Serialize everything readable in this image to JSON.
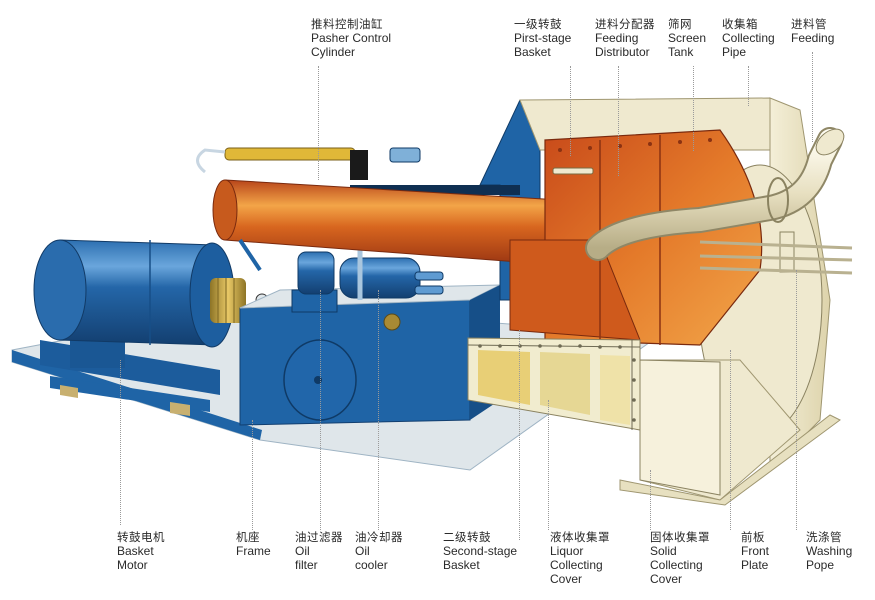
{
  "diagram": {
    "subject": "Pusher centrifuge cutaway",
    "colors": {
      "blue": "#1f64a6",
      "blue_dark": "#14477c",
      "blue_light": "#4f8fcc",
      "orange": "#d9621f",
      "orange_light": "#f0a040",
      "cream": "#efe9cf",
      "cream_dark": "#d9cfa6",
      "brass": "#c8a040",
      "base_grey": "#dfe6ea"
    },
    "top_labels": [
      {
        "zh": "推料控制油缸",
        "en1": "Pasher Control",
        "en2": "Cylinder"
      },
      {
        "zh": "一级转鼓",
        "en1": "Pirst-stage",
        "en2": "Basket"
      },
      {
        "zh": "进料分配器",
        "en1": "Feeding",
        "en2": "Distributor"
      },
      {
        "zh": "筛网",
        "en1": "Screen",
        "en2": "Tank"
      },
      {
        "zh": "收集箱",
        "en1": "Collecting",
        "en2": "Pipe"
      },
      {
        "zh": "进料管",
        "en1": "Feeding",
        "en2": ""
      }
    ],
    "bottom_labels": [
      {
        "zh": "转鼓电机",
        "en1": "Basket",
        "en2": "Motor",
        "en3": ""
      },
      {
        "zh": "机座",
        "en1": "Frame",
        "en2": "",
        "en3": ""
      },
      {
        "zh": "油过滤器",
        "en1": "Oil",
        "en2": "filter",
        "en3": ""
      },
      {
        "zh": "油冷却器",
        "en1": "Oil",
        "en2": "cooler",
        "en3": ""
      },
      {
        "zh": "二级转鼓",
        "en1": "Second-stage",
        "en2": "Basket",
        "en3": ""
      },
      {
        "zh": "液体收集罩",
        "en1": "Liquor",
        "en2": "Collecting",
        "en3": "Cover"
      },
      {
        "zh": "固体收集罩",
        "en1": "Solid",
        "en2": "Collecting",
        "en3": "Cover"
      },
      {
        "zh": "前板",
        "en1": "Front",
        "en2": "Plate",
        "en3": ""
      },
      {
        "zh": "洗涤管",
        "en1": "Washing",
        "en2": "Pope",
        "en3": ""
      }
    ]
  }
}
